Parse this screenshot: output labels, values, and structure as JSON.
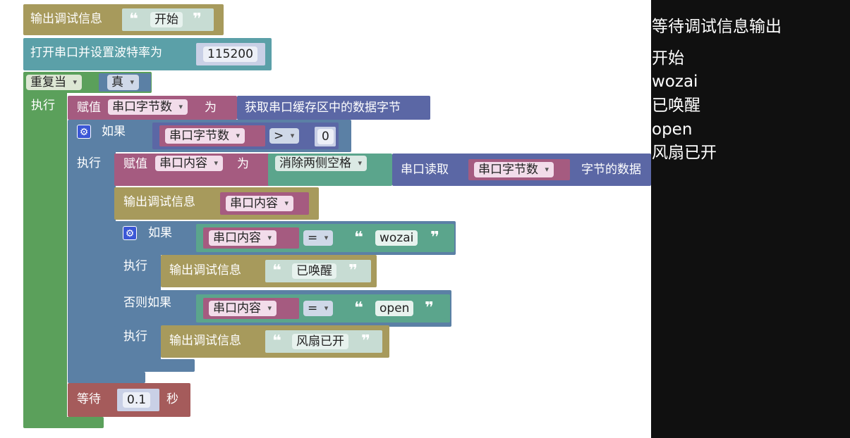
{
  "workspace": {
    "print_label": "输出调试信息",
    "start_text": "开始",
    "serial_open_label": "打开串口并设置波特率为",
    "baud": "115200",
    "repeat_label": "重复当",
    "true_label": "真",
    "do_label": "执行",
    "assign_label": "赋值",
    "to_label": "为",
    "var_bytes": "串口字节数",
    "get_bytes_label": "获取串口缓存区中的数据字节",
    "if_label": "如果",
    "op_gt": ">",
    "zero": "0",
    "var_content": "串口内容",
    "trim_label": "消除两侧空格",
    "serial_read_label": "串口读取",
    "bytes_data_label": "字节的数据",
    "op_eq": "=",
    "cmp_wozai": "wozai",
    "msg_awake": "已唤醒",
    "elseif_label": "否则如果",
    "cmp_open": "open",
    "msg_fan": "风扇已开",
    "wait_label": "等待",
    "wait_value": "0.1",
    "seconds_label": "秒"
  },
  "console": {
    "waiting": "等待调试信息输出",
    "lines": [
      "开始",
      "wozai",
      "已唤醒",
      "open",
      "风扇已开"
    ]
  },
  "colors": {
    "text_block": "#a79a5c",
    "serial_block": "#5ba0a8",
    "loop_block": "#5ba05b",
    "var_block": "#a55b80",
    "logic_block": "#5b80a5",
    "compare_block": "#5b67a5",
    "string_block": "#5ba58c",
    "wait_block": "#a55b5b",
    "console_bg": "#101010"
  }
}
